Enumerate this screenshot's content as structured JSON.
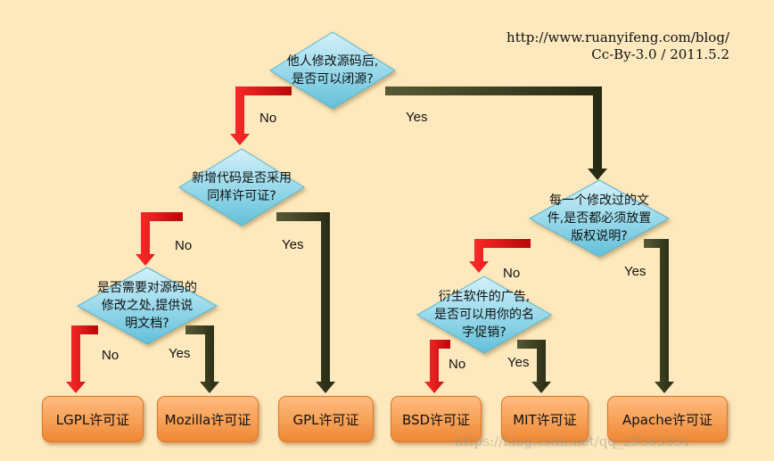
{
  "credit": {
    "url": "http://www.ruanyifeng.com/blog/",
    "license": "Cc-By-3.0 / 2011.5.2"
  },
  "questions": {
    "q1": [
      "他人修改源码后,",
      "是否可以闭源?"
    ],
    "q2": [
      "新增代码是否采用",
      "同样许可证?"
    ],
    "q3": [
      "是否需要对源码的",
      "修改之处,提供说",
      "明文档?"
    ],
    "q4": [
      "每一个修改过的文",
      "件,是否都必须放置",
      "版权说明?"
    ],
    "q5": [
      "衍生软件的广告,",
      "是否可以用你的名",
      "字促销?"
    ]
  },
  "edges": {
    "q1_no": "No",
    "q1_yes": "Yes",
    "q2_no": "No",
    "q2_yes": "Yes",
    "q3_no": "No",
    "q3_yes": "Yes",
    "q4_no": "No",
    "q4_yes": "Yes",
    "q5_no": "No",
    "q5_yes": "Yes"
  },
  "licenses": {
    "lgpl": "LGPL许可证",
    "mozilla": "Mozilla许可证",
    "gpl": "GPL许可证",
    "bsd": "BSD许可证",
    "mit": "MIT许可证",
    "apache": "Apache许可证"
  },
  "watermark": "https://blog.csdn.net/qq_29365391",
  "colors": {
    "background": "#fde9bd",
    "diamond": "#8fd3e6",
    "no_arrow": "#dd1010",
    "yes_arrow": "#3a3d22",
    "license_box": "#f59a4c"
  }
}
